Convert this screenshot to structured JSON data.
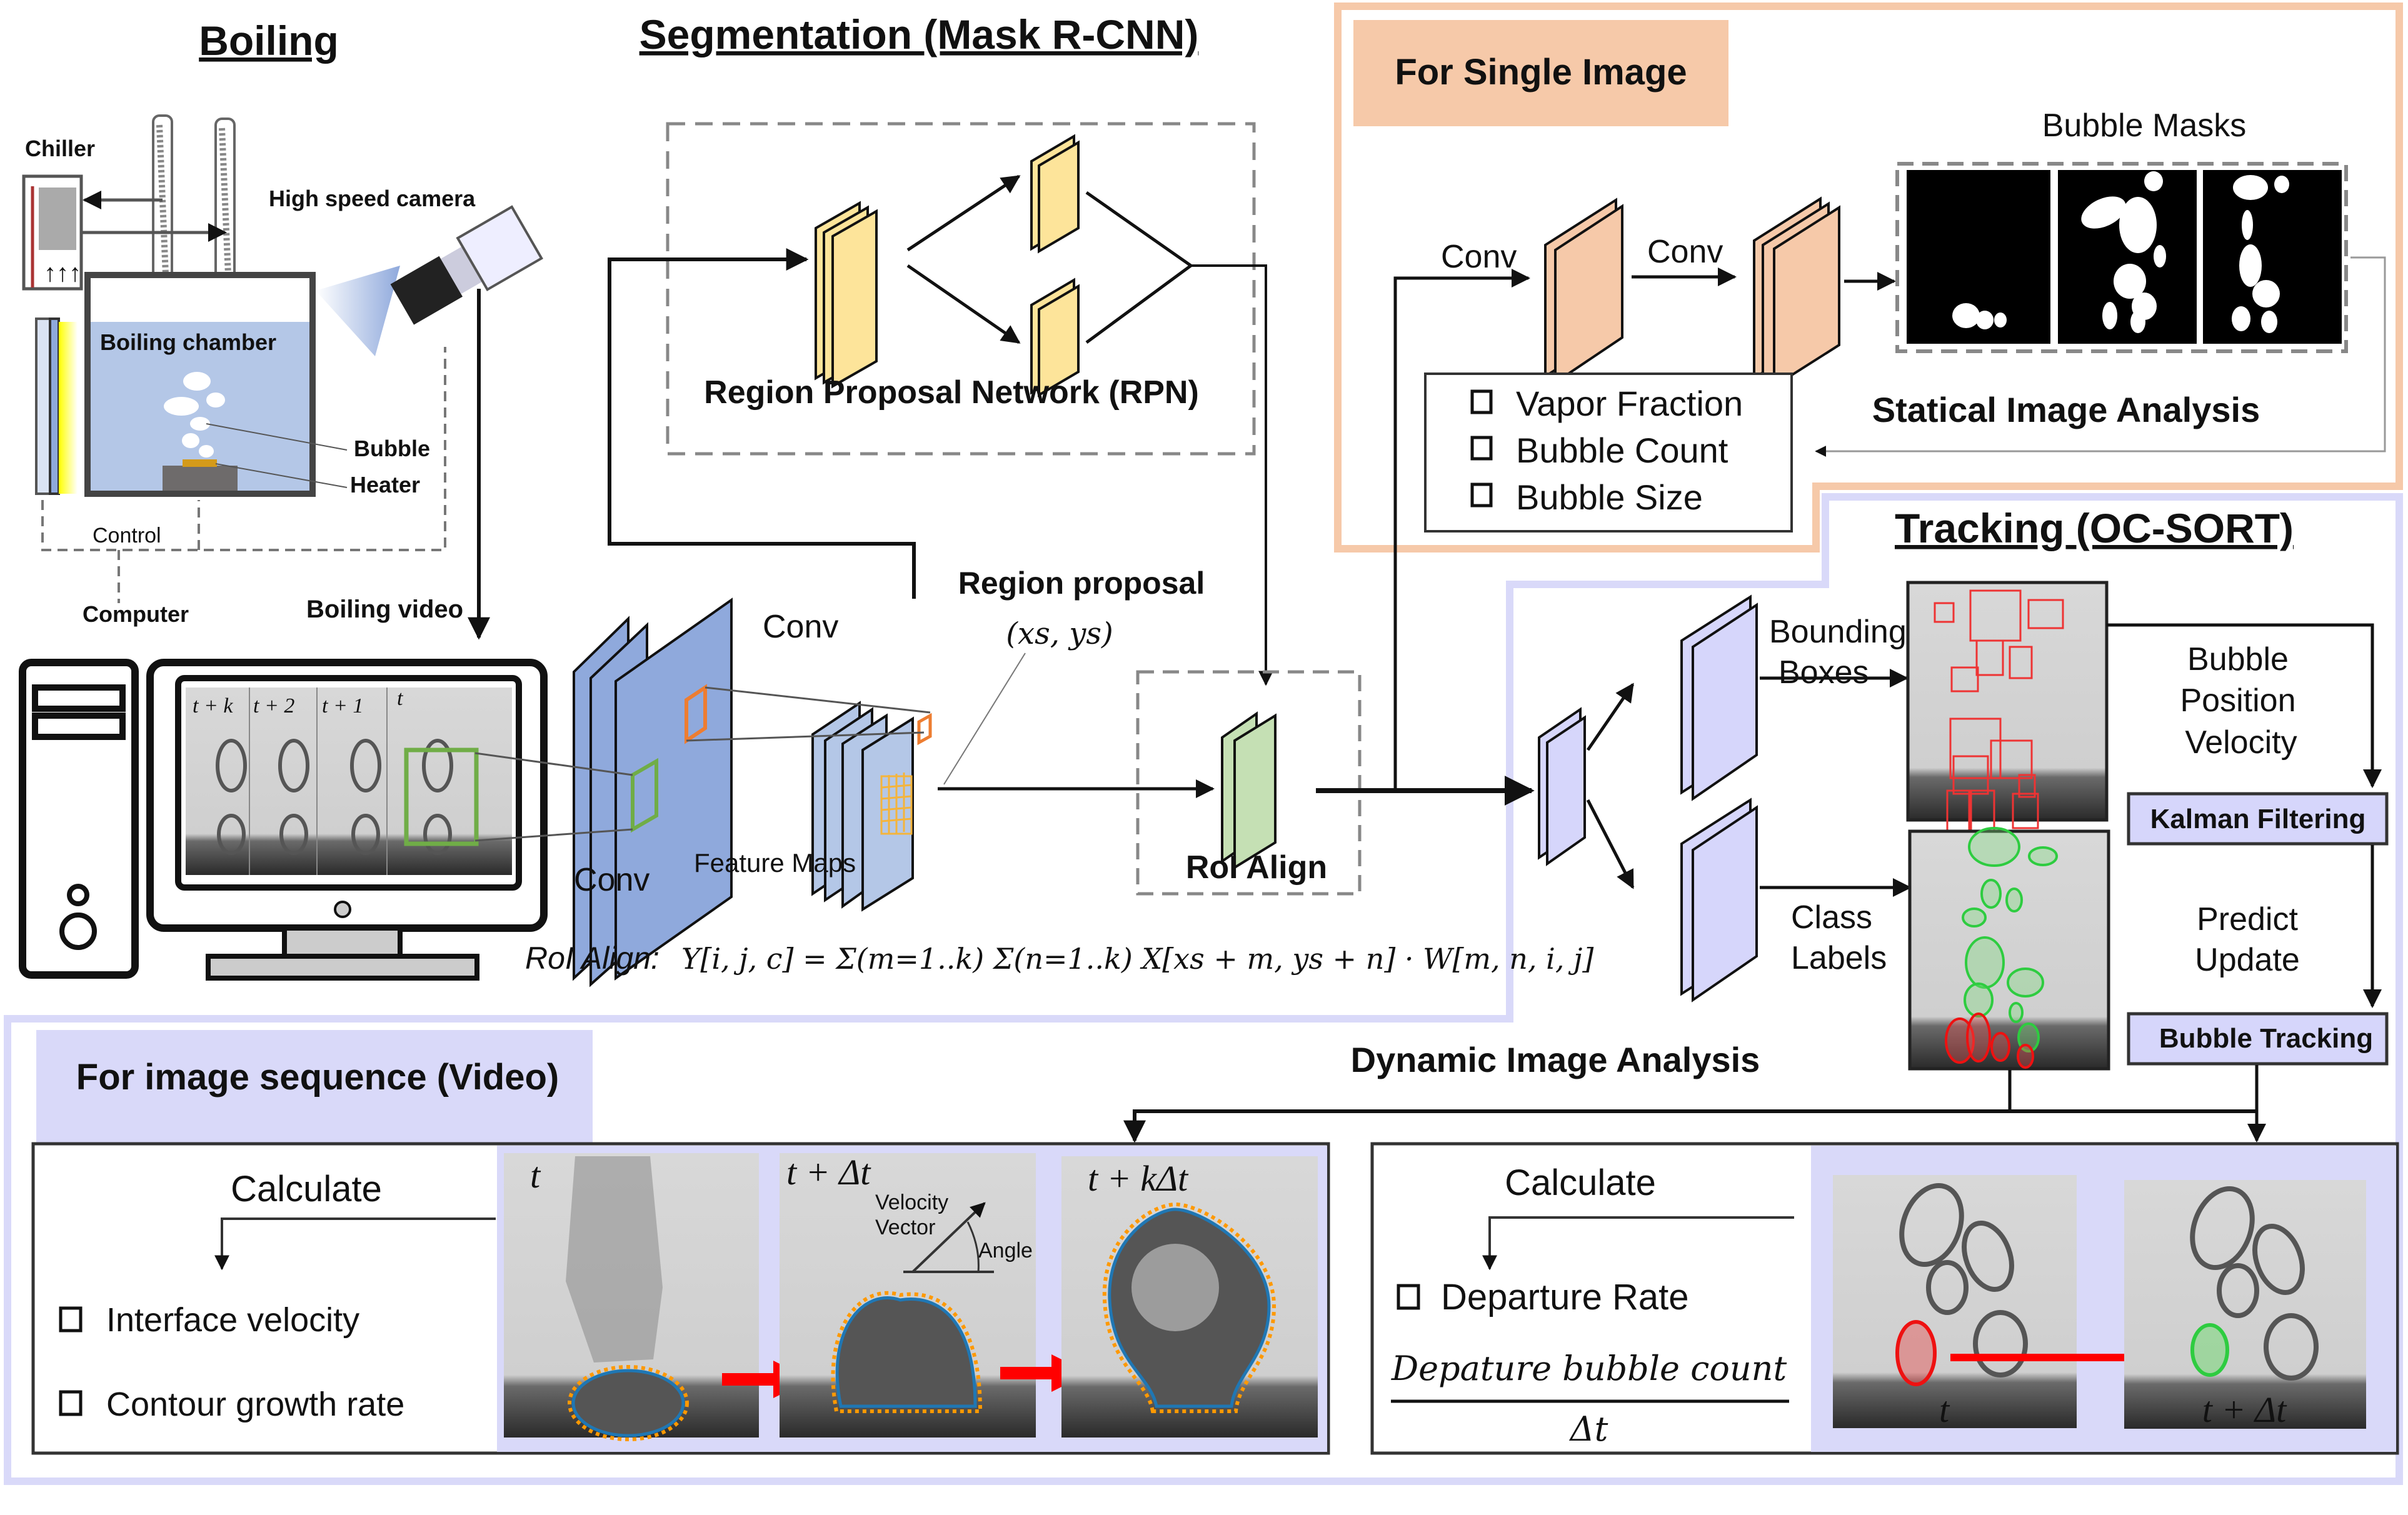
{
  "titles": {
    "boiling": "Boiling",
    "segmentation": "Segmentation (Mask R-CNN)",
    "tracking": "Tracking (OC-SORT)"
  },
  "boiling": {
    "chiller": "Chiller",
    "camera": "High speed camera",
    "chamber": "Boiling chamber",
    "bubble": "Bubble",
    "heater": "Heater",
    "control": "Control",
    "computer": "Computer",
    "video": "Boiling video",
    "frame_labels": [
      "t + k",
      "t + 2",
      "t + 1",
      "t"
    ]
  },
  "segmentation": {
    "rpn": "Region Proposal Network (RPN)",
    "region_proposal": "Region proposal",
    "region_coords": "(xs, ys)",
    "conv_top": "Conv",
    "conv_bottom": "Conv",
    "feature_maps": "Feature Maps",
    "roi_align": "RoI Align",
    "formula_label": "RoI Align:",
    "formula": "Y[i, j, c] = Σ(m=1..k) Σ(n=1..k) X[xs + m, ys + n] · W[m, n, i, j]"
  },
  "single_image": {
    "header": "For Single Image",
    "conv1": "Conv",
    "conv2": "Conv",
    "masks_label": "Bubble Masks",
    "analysis": "Statical Image Analysis",
    "metrics": [
      "Vapor Fraction",
      "Bubble Count",
      "Bubble Size"
    ]
  },
  "tracking": {
    "bounding_boxes": [
      "Bounding",
      "Boxes"
    ],
    "class_labels": [
      "Class",
      "Labels"
    ],
    "position_velocity": [
      "Bubble",
      "Position",
      "Velocity"
    ],
    "kalman": "Kalman Filtering",
    "predict_update": [
      "Predict",
      "Update"
    ],
    "bubble_tracking": "Bubble Tracking",
    "dynamic": "Dynamic Image Analysis"
  },
  "video": {
    "header": "For image sequence (Video)",
    "left": {
      "calculate": "Calculate",
      "metrics": [
        "Interface velocity",
        "Contour growth rate"
      ],
      "frames": [
        "t",
        "t + Δt",
        "t + kΔt"
      ],
      "velocity_vector": [
        "Velocity",
        "Vector"
      ],
      "angle": "Angle"
    },
    "right": {
      "calculate": "Calculate",
      "metric": "Departure Rate",
      "numerator": "Depature bubble count",
      "denominator": "Δt",
      "frames": [
        "t",
        "t + Δt"
      ]
    }
  },
  "colors": {
    "pink_panel": "#f6c9a9",
    "lavender_panel": "#d9d9f9",
    "rpn_yellow": "#fde49a",
    "conv_blue": "#8fa9dc",
    "feature_blue": "#b4c7e7",
    "roi_green": "#c5e0b4",
    "conv_pink": "#f6c9a9",
    "track_lavender": "#d6d6fb",
    "frame_red": "#ff0000",
    "green_box": "#70ad47",
    "orange_roi": "#ed7d31",
    "grid_orange": "#f4b43c"
  }
}
